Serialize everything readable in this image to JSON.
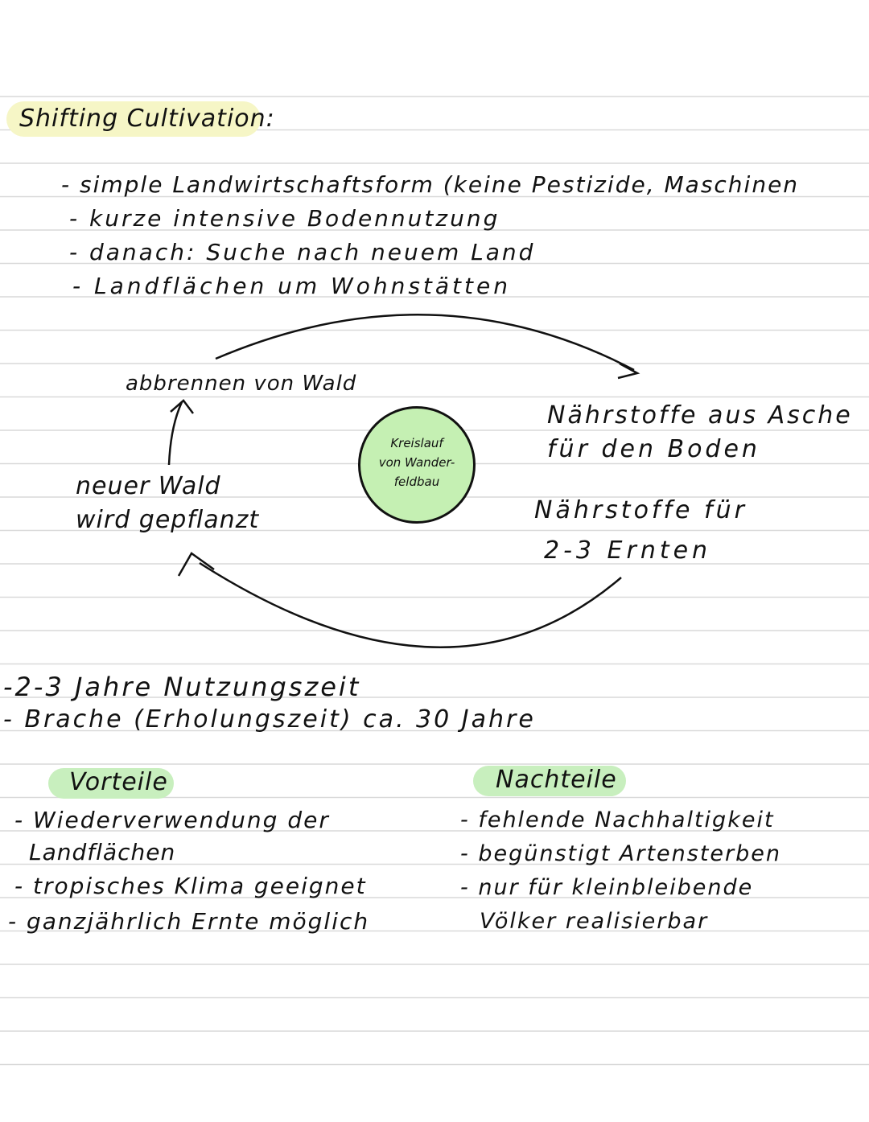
{
  "title": "Shifting Cultivation:",
  "intro_bullets": [
    "- simple Landwirtschaftsform (keine Pestizide, Maschinen",
    "- kurze intensive Bodennutzung",
    "- danach: Suche nach neuem Land",
    "- Landflächen um Wohnstätten"
  ],
  "cycle": {
    "center": [
      "Kreislauf",
      "von Wander-",
      "feldbau"
    ],
    "top_left": "abbrennen von Wald",
    "left": [
      "neuer Wald",
      "wird gepflanzt"
    ],
    "right_top": [
      "Nährstoffe aus Asche",
      "für den Boden"
    ],
    "right_bottom": [
      "Nährstoffe für",
      "2-3 Ernten"
    ]
  },
  "facts": [
    "-2-3 Jahre Nutzungszeit",
    "- Brache (Erholungszeit) ca. 30 Jahre"
  ],
  "vorteile": {
    "heading": "Vorteile",
    "lines": [
      "- Wiederverwendung der",
      "Landflächen",
      "- tropisches Klima geeignet",
      "- ganzjährlich Ernte möglich"
    ]
  },
  "nachteile": {
    "heading": "Nachteile",
    "lines": [
      "- fehlende Nachhaltigkeit",
      "- begünstigt Artensterben",
      "- nur für kleinbleibende",
      "Völker realisierbar"
    ]
  },
  "colors": {
    "title_highlight": "#f6f6c6",
    "heading_highlight": "#c8efbe",
    "circle_fill": "#c5f0b3",
    "ruled_line": "#d9d9d9",
    "ink": "#111111"
  }
}
